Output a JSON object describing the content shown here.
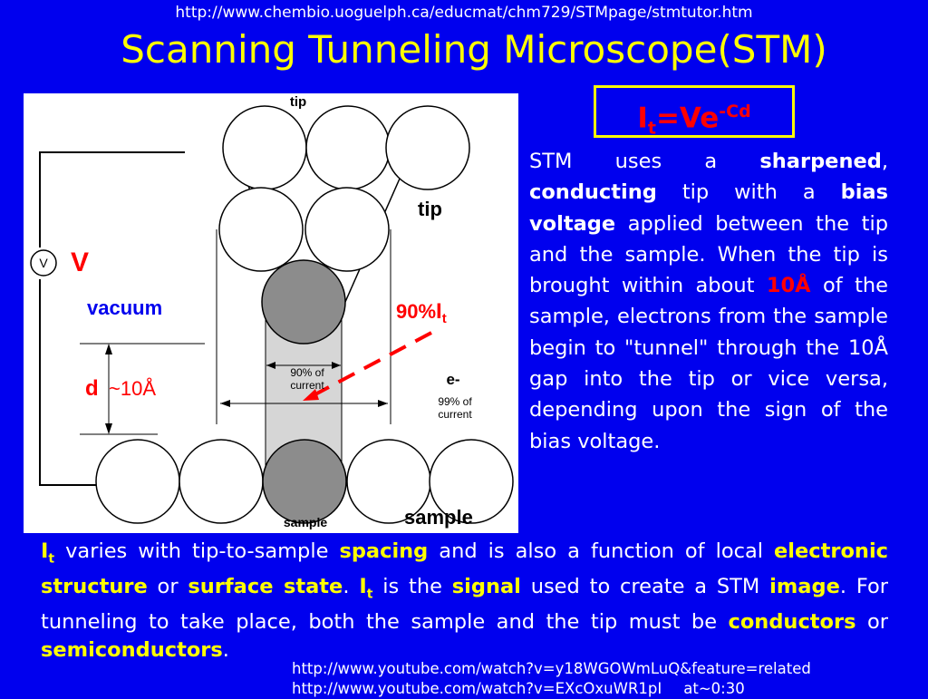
{
  "slide": {
    "url_top": "http://www.chembio.uoguelph.ca/educmat/chm729/STMpage/stmtutor.htm",
    "title": "Scanning Tunneling Microscope(STM)",
    "formula": {
      "I": "I",
      "t": "t",
      "eq": "=Ve",
      "exp": "-Cd"
    },
    "desc": {
      "p1": "STM uses a ",
      "b1": "sharpened",
      "p2": ", ",
      "b2": "conducting",
      "p3": " tip with a ",
      "b3": "bias voltage",
      "p4": " applied between the tip and the sample. When the tip is brought within about ",
      "b4": "10Å",
      "p5": " of the sample, electrons from the sample begin to \"tunnel\" through the 10Å gap into the tip or vice versa, depending upon the sign of the bias voltage."
    },
    "bottom": {
      "i1": "I",
      "t1": "t",
      "s1": " varies with tip-to-sample ",
      "k1": "spacing",
      "s2": " and is also a function of local ",
      "k2": "electronic structure",
      "s3": " or ",
      "k3": "surface state",
      "s4": ". ",
      "i2": "I",
      "t2": "t",
      "s5": " is the ",
      "k4": "signal",
      "s6": " used to create a STM ",
      "k5": "image",
      "s7": ". For tunneling to take place, both the sample and the tip must be ",
      "k6": "conductors",
      "s8": " or ",
      "k7": "semiconductors",
      "s9": "."
    },
    "links": {
      "l1": "http://www.youtube.com/watch?v=y18WGOWmLuQ&feature=related",
      "l2": "http://www.youtube.com/watch?v=EXcOxuWR1pI",
      "l2_note": "at~0:30"
    },
    "colors": {
      "background": "#0000EE",
      "title": "#FFFF00",
      "accent": "#FF0000",
      "formula_box": "#FFFF00"
    }
  },
  "diagram": {
    "label_tip_top": "tip",
    "label_tip": "tip",
    "label_V": "V",
    "label_vmeter": "V",
    "label_vacuum": "vacuum",
    "label_d": "d",
    "label_d_val": "~10Å",
    "label_90": "90%",
    "label_It_I": "I",
    "label_It_t": "t",
    "label_90_current": [
      "90% of",
      "current"
    ],
    "label_e": "e-",
    "label_99_current": [
      "99% of",
      "current"
    ],
    "label_sample_bottom": "sample",
    "label_sample": "sample"
  }
}
